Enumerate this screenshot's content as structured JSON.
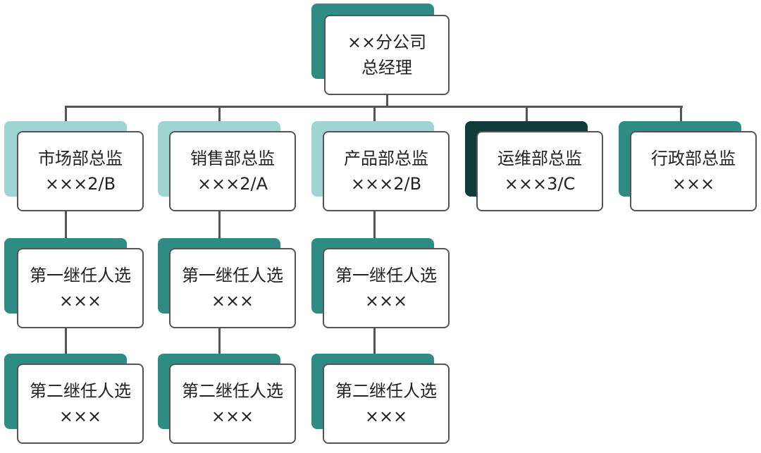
{
  "colors": {
    "connector": "#555555",
    "border": "#555555",
    "text": "#222222",
    "teal_mid": "#2f8c84",
    "teal_light": "#9ed4d1",
    "teal_dark": "#0f3b39"
  },
  "root": {
    "line1": "××分公司",
    "line2": "总经理",
    "shadow_color": "#2f8c84"
  },
  "departments": [
    {
      "id": "market",
      "line1": "市场部总监",
      "line2": "×××2/B",
      "shadow_color": "#9ed4d1",
      "successors": [
        {
          "line1": "第一继任人选",
          "line2": "×××",
          "shadow_color": "#2f8c84"
        },
        {
          "line1": "第二继任人选",
          "line2": "×××",
          "shadow_color": "#2f8c84"
        }
      ]
    },
    {
      "id": "sales",
      "line1": "销售部总监",
      "line2": "×××2/A",
      "shadow_color": "#9ed4d1",
      "successors": [
        {
          "line1": "第一继任人选",
          "line2": "×××",
          "shadow_color": "#2f8c84"
        },
        {
          "line1": "第二继任人选",
          "line2": "×××",
          "shadow_color": "#2f8c84"
        }
      ]
    },
    {
      "id": "product",
      "line1": "产品部总监",
      "line2": "×××2/B",
      "shadow_color": "#9ed4d1",
      "successors": [
        {
          "line1": "第一继任人选",
          "line2": "×××",
          "shadow_color": "#2f8c84"
        },
        {
          "line1": "第二继任人选",
          "line2": "×××",
          "shadow_color": "#2f8c84"
        }
      ]
    },
    {
      "id": "ops",
      "line1": "运维部总监",
      "line2": "×××3/C",
      "shadow_color": "#0f3b39",
      "successors": []
    },
    {
      "id": "admin",
      "line1": "行政部总监",
      "line2": "×××",
      "shadow_color": "#2f8c84",
      "successors": []
    }
  ]
}
